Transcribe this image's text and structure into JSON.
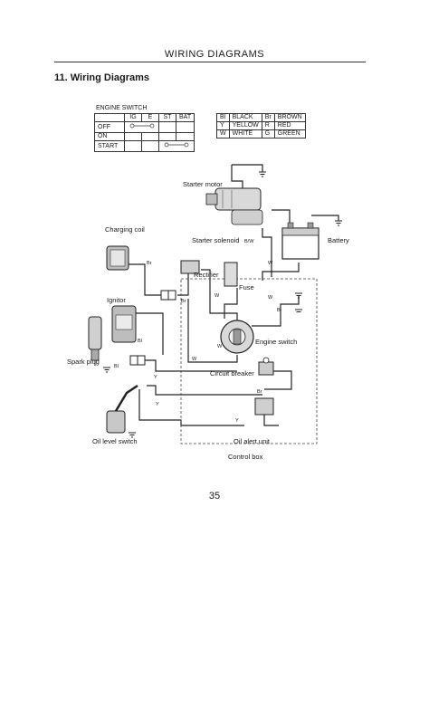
{
  "header": {
    "running_title": "WIRING DIAGRAMS"
  },
  "section": {
    "title": "11. Wiring Diagrams"
  },
  "engine_switch": {
    "title": "ENGINE SWITCH",
    "columns": [
      "",
      "IG",
      "E",
      "ST",
      "BAT"
    ],
    "rows": [
      "OFF",
      "ON",
      "START"
    ]
  },
  "color_codes": [
    {
      "code": "Bl",
      "color": "BLACK",
      "code2": "Br",
      "color2": "BROWN"
    },
    {
      "code": "Y",
      "color": "YELLOW",
      "code2": "R",
      "color2": "RED"
    },
    {
      "code": "W",
      "color": "WHITE",
      "code2": "G",
      "color2": "GREEN"
    }
  ],
  "components": {
    "starter_motor": "Starter motor",
    "starter_solenoid": "Starter solenoid",
    "battery": "Battery",
    "charging_coil": "Charging coil",
    "rectifier": "Rectifier",
    "fuse": "Fuse",
    "ignitor": "Ignitor",
    "engine_switch": "Engine switch",
    "spark_plug": "Spark plug",
    "circuit_breaker": "Circuit breaker",
    "oil_level_switch": "Oil level switch",
    "oil_alert_unit": "Oil alert unit",
    "control_box": "Control box"
  },
  "wire_labels": {
    "bw": "B/W",
    "br": "Br",
    "bl": "Bl",
    "w": "W",
    "y": "Y"
  },
  "page_number": "35"
}
